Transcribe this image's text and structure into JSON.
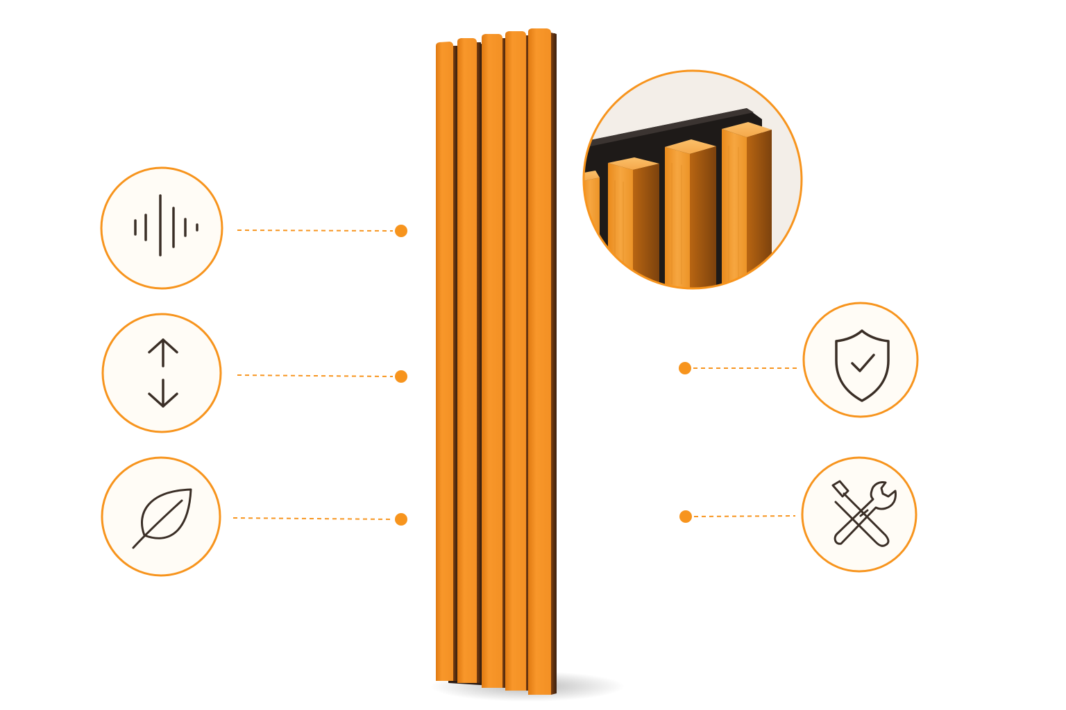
{
  "product": {
    "name_icon": "acoustic-wood-slat-panel",
    "slat_count": 5,
    "slat_color": "#F7941D",
    "slat_shade_color": "#C9660C",
    "backing_color": "#2A1A12"
  },
  "theme": {
    "accent": "#F7941D",
    "icon_stroke": "#3A2E26",
    "badge_fill": "#FFFCF6",
    "background": "#FFFFFF"
  },
  "features_left": [
    {
      "icon": "sound-wave-icon"
    },
    {
      "icon": "vertical-arrows-icon"
    },
    {
      "icon": "leaf-icon"
    }
  ],
  "features_right": [
    {
      "icon": "shield-check-icon"
    },
    {
      "icon": "tools-icon"
    }
  ],
  "detail_callout": {
    "icon": "slat-closeup-magnifier"
  }
}
